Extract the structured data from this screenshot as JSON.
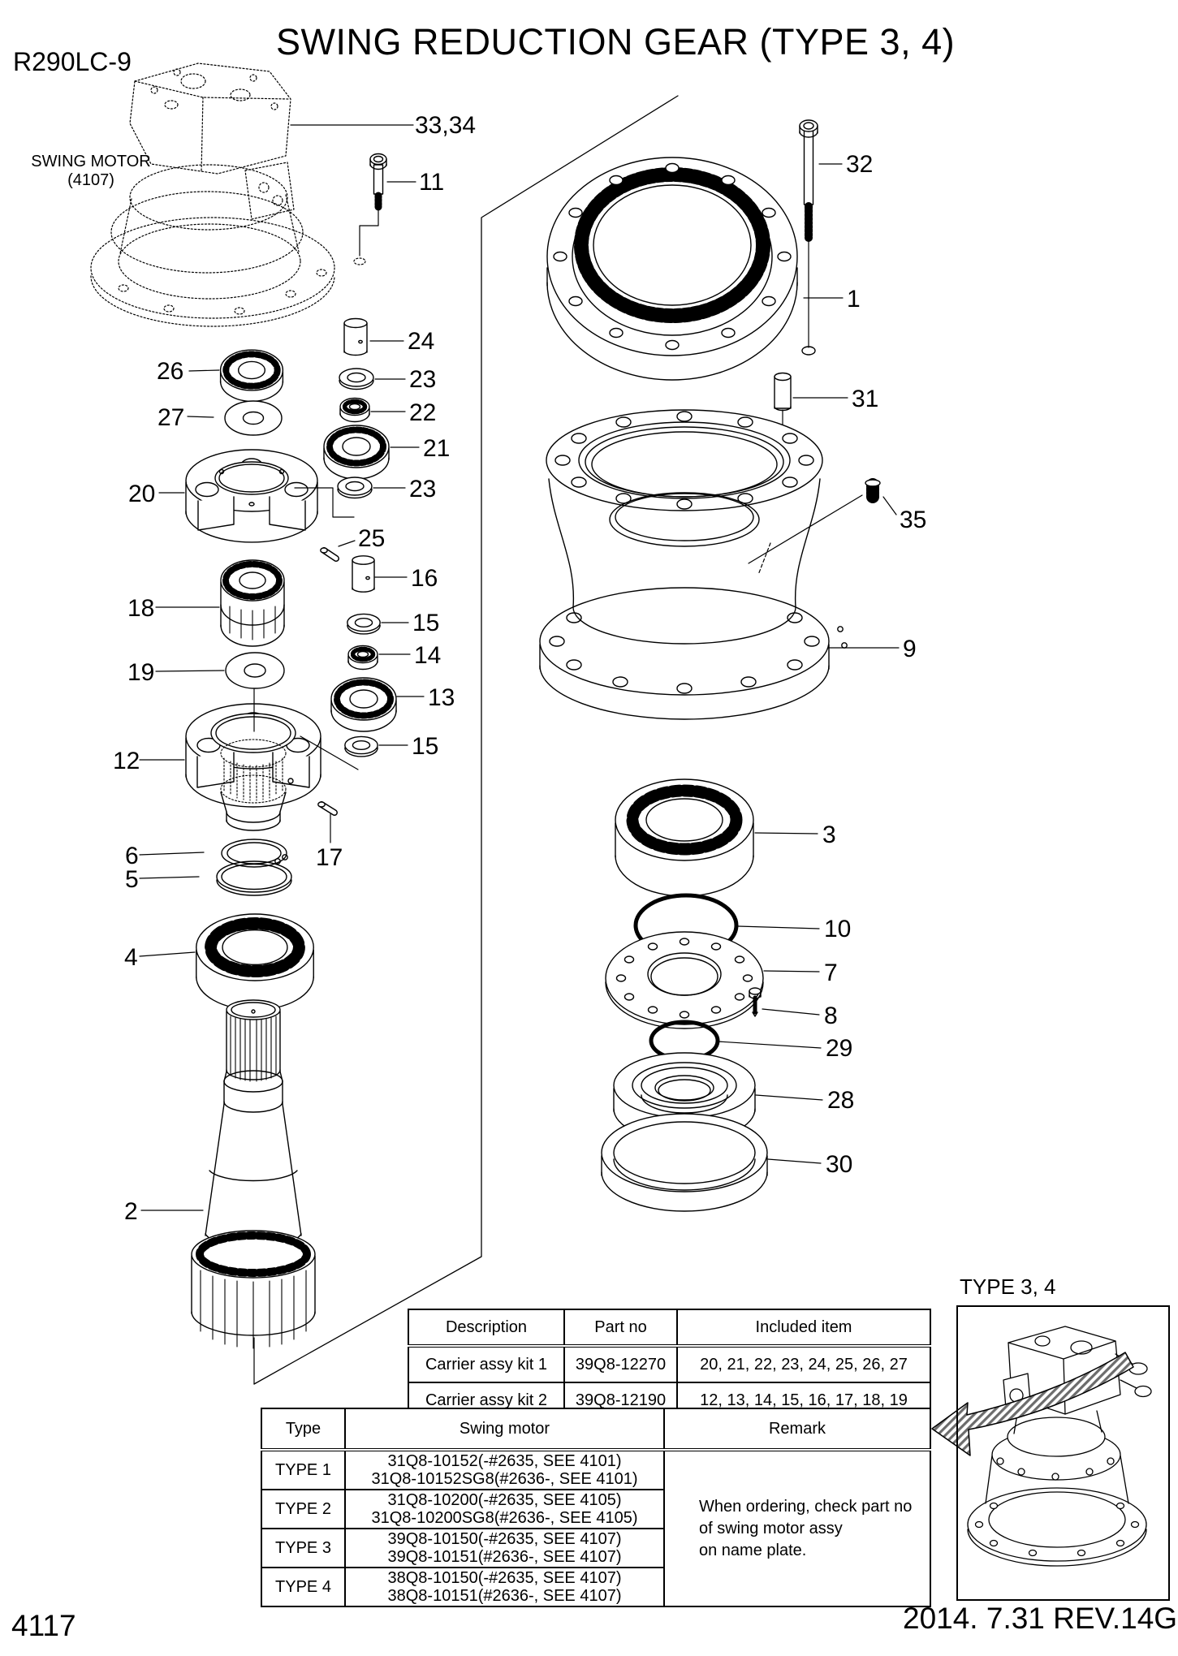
{
  "page": {
    "model": "R290LC-9",
    "title": "SWING REDUCTION GEAR (TYPE 3, 4)",
    "page_number": "4117",
    "revision": "2014. 7.31  REV.14G"
  },
  "diagram": {
    "swing_motor_label": "SWING MOTOR",
    "swing_motor_sub": "(4107)",
    "type_box_label": "TYPE 3, 4",
    "callouts": {
      "c1": "1",
      "c2": "2",
      "c3": "3",
      "c4": "4",
      "c5": "5",
      "c6": "6",
      "c7": "7",
      "c8": "8",
      "c9": "9",
      "c10": "10",
      "c11": "11",
      "c12": "12",
      "c13": "13",
      "c14": "14",
      "c15": "15",
      "c15b": "15",
      "c16": "16",
      "c17": "17",
      "c18": "18",
      "c19": "19",
      "c20": "20",
      "c21": "21",
      "c22": "22",
      "c23": "23",
      "c23b": "23",
      "c24": "24",
      "c25": "25",
      "c26": "26",
      "c27": "27",
      "c28": "28",
      "c29": "29",
      "c30": "30",
      "c31": "31",
      "c32": "32",
      "c33_34": "33,34",
      "c35": "35"
    }
  },
  "kits_table": {
    "headers": [
      "Description",
      "Part no",
      "Included item"
    ],
    "rows": [
      {
        "description": "Carrier assy kit 1",
        "part_no": "39Q8-12270",
        "included_item": "20, 21, 22, 23, 24, 25, 26, 27"
      },
      {
        "description": "Carrier assy kit 2",
        "part_no": "39Q8-12190",
        "included_item": "12, 13, 14, 15, 16, 17, 18, 19"
      }
    ]
  },
  "types_table": {
    "headers": [
      "Type",
      "Swing motor",
      "Remark"
    ],
    "rows": [
      {
        "type": "TYPE 1",
        "line1": "31Q8-10152(-#2635, SEE 4101)",
        "line2": "31Q8-10152SG8(#2636-, SEE 4101)"
      },
      {
        "type": "TYPE 2",
        "line1": "31Q8-10200(-#2635, SEE 4105)",
        "line2": "31Q8-10200SG8(#2636-, SEE 4105)"
      },
      {
        "type": "TYPE 3",
        "line1": "39Q8-10150(-#2635, SEE 4107)",
        "line2": "39Q8-10151(#2636-, SEE 4107)"
      },
      {
        "type": "TYPE 4",
        "line1": "38Q8-10150(-#2635, SEE 4107)",
        "line2": "38Q8-10151(#2636-, SEE 4107)"
      }
    ],
    "remark_lines": [
      "When ordering, check part no",
      "of swing motor assy",
      "on name plate."
    ]
  }
}
